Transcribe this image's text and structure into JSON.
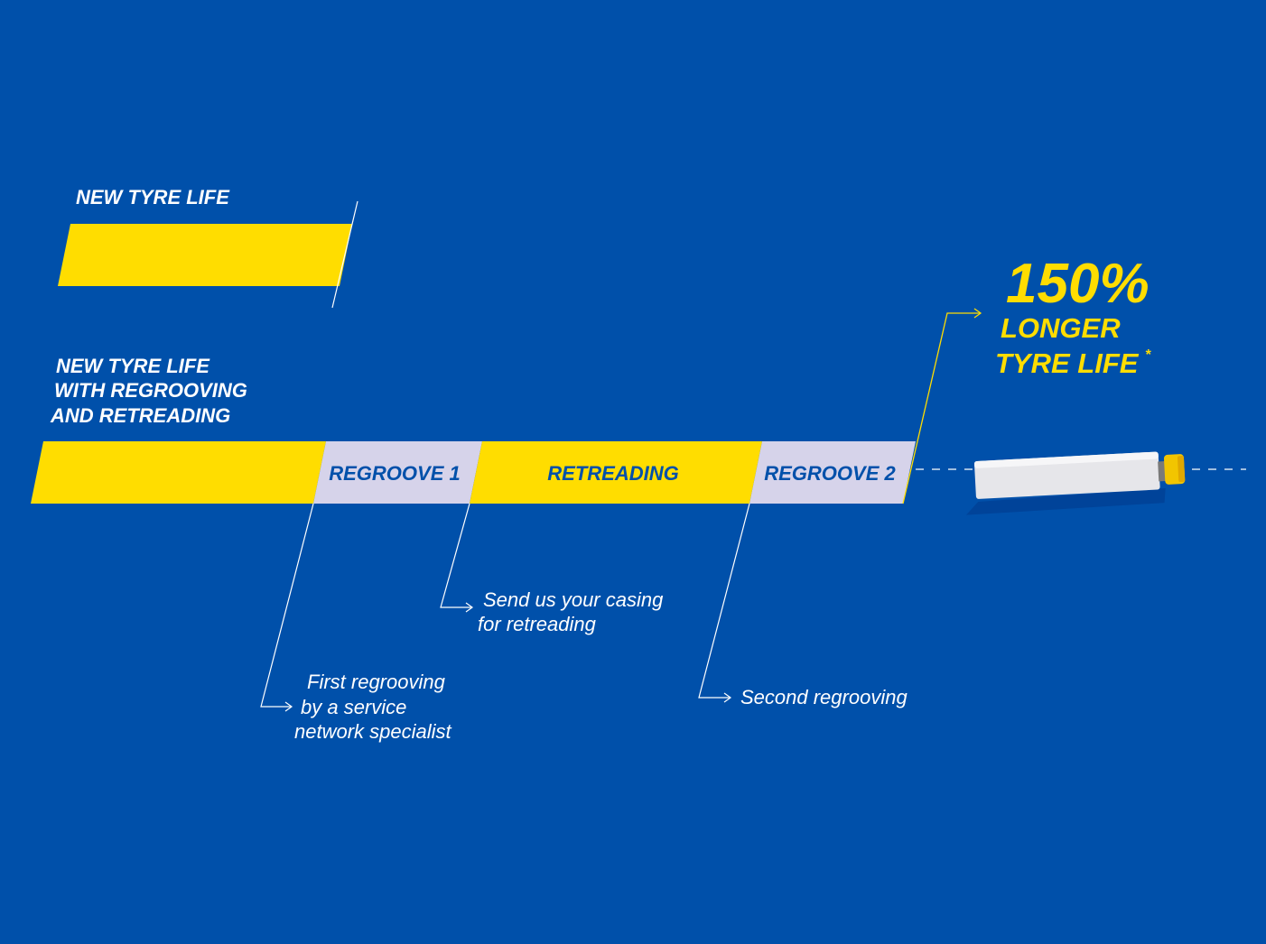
{
  "colors": {
    "background": "#0050AA",
    "yellow": "#FFDD00",
    "lavender": "#D6D3EA",
    "white": "#FFFFFF"
  },
  "new_tyre_life": {
    "title": "NEW TYRE LIFE"
  },
  "extended": {
    "title_lines": [
      "NEW TYRE LIFE",
      "WITH REGROOVING",
      "AND RETREADING"
    ],
    "segments": [
      {
        "label": "",
        "kind": "new"
      },
      {
        "label": "REGROOVE 1",
        "kind": "regroove"
      },
      {
        "label": "RETREADING",
        "kind": "retread"
      },
      {
        "label": "REGROOVE 2",
        "kind": "regroove"
      }
    ]
  },
  "callouts": [
    {
      "lines": [
        "First regrooving",
        "by a service",
        "network specialist"
      ]
    },
    {
      "lines": [
        "Send us your casing",
        "for retreading"
      ]
    },
    {
      "lines": [
        "Second regrooving"
      ]
    }
  ],
  "result": {
    "percent": "150%",
    "line1": "LONGER",
    "line2": "TYRE LIFE",
    "mark": "*"
  },
  "icons": {
    "truck": "truck-icon",
    "arrows": "arrow-right-icon"
  }
}
